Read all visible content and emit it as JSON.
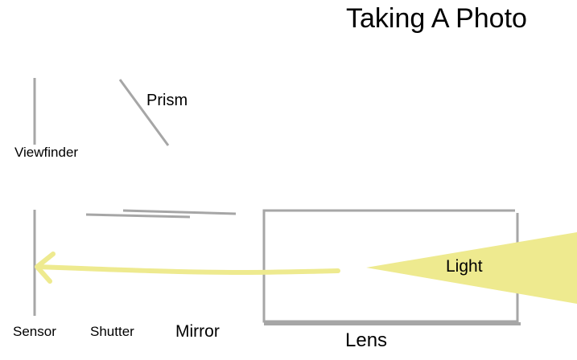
{
  "diagram": {
    "title": "Taking A Photo",
    "labels": {
      "prism": "Prism",
      "viewfinder": "Viewfinder",
      "sensor": "Sensor",
      "shutter": "Shutter",
      "mirror": "Mirror",
      "lens": "Lens",
      "light": "Light"
    },
    "colors": {
      "component": "#a6a6a6",
      "light": "#eeea8f",
      "text": "#000000",
      "background": "#ffffff"
    }
  }
}
